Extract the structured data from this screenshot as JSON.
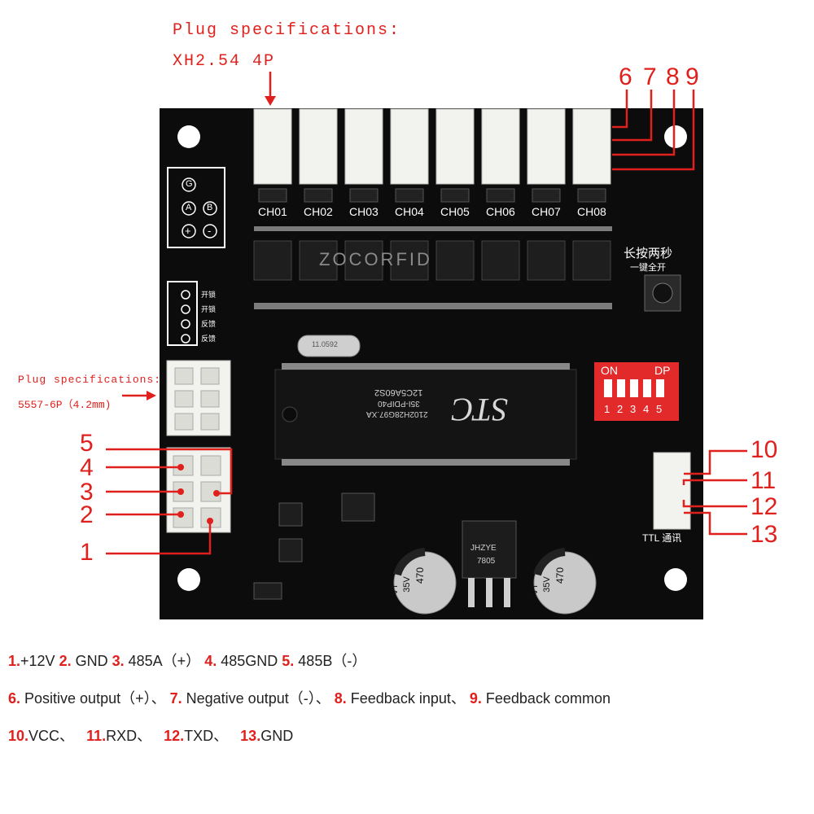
{
  "annotations": {
    "spec_title_top": "Plug specifications:",
    "spec_value_top": "XH2.54 4P",
    "spec_title_left": "Plug specifications:",
    "spec_value_left": "5557-6P（4.2mm)"
  },
  "pin_numbers": [
    "1",
    "2",
    "3",
    "4",
    "5",
    "6",
    "7",
    "8",
    "9",
    "10",
    "11",
    "12",
    "13"
  ],
  "board": {
    "channels": [
      "CH01",
      "CH02",
      "CH03",
      "CH04",
      "CH05",
      "CH06",
      "CH07",
      "CH08"
    ],
    "brand_watermark": "ZOCORFID",
    "button_label_line1": "长按两秒",
    "button_label_line2": "一键全开",
    "dip_on": "ON",
    "dip_dp": "DP",
    "dip_numbers": [
      "1",
      "2",
      "3",
      "4",
      "5"
    ],
    "chip_brand": "STC",
    "chip_model": "12C5A60S2",
    "chip_package": "35I-PDIP40",
    "chip_code": "2102H28G97.XA",
    "crystal": "11.0592",
    "regulator_line1": "JHZYE",
    "regulator_line2": "7805",
    "cap_line1": "470",
    "cap_line2": "35V",
    "cap_line3": "VT",
    "ttl_label": "TTL 通讯",
    "power_g": "G",
    "power_a": "A",
    "power_b": "B",
    "power_plus": "+",
    "power_minus": "-",
    "side_labels": [
      "开锁",
      "开锁",
      "反馈",
      "反馈"
    ]
  },
  "legend": {
    "line1": [
      {
        "n": "1.",
        "t": "+12V"
      },
      {
        "n": "2.",
        "t": " GND"
      },
      {
        "n": "3.",
        "t": " 485A（+）"
      },
      {
        "n": "4.",
        "t": " 485GND"
      },
      {
        "n": "5.",
        "t": " 485B（-）"
      }
    ],
    "line2": [
      {
        "n": "6.",
        "t": " Positive output（+）、"
      },
      {
        "n": "7.",
        "t": " Negative output（-）、"
      },
      {
        "n": "8.",
        "t": " Feedback input、"
      },
      {
        "n": "9.",
        "t": " Feedback common"
      }
    ],
    "line3": [
      {
        "n": "10.",
        "t": "VCC、"
      },
      {
        "n": "11.",
        "t": "RXD、"
      },
      {
        "n": "12.",
        "t": "TXD、"
      },
      {
        "n": "13.",
        "t": "GND"
      }
    ]
  },
  "colors": {
    "accent_red": "#e0201c",
    "pcb_black": "#0c0c0c",
    "connector_white": "#f2f2ee",
    "dip_red": "#e22a2a"
  }
}
